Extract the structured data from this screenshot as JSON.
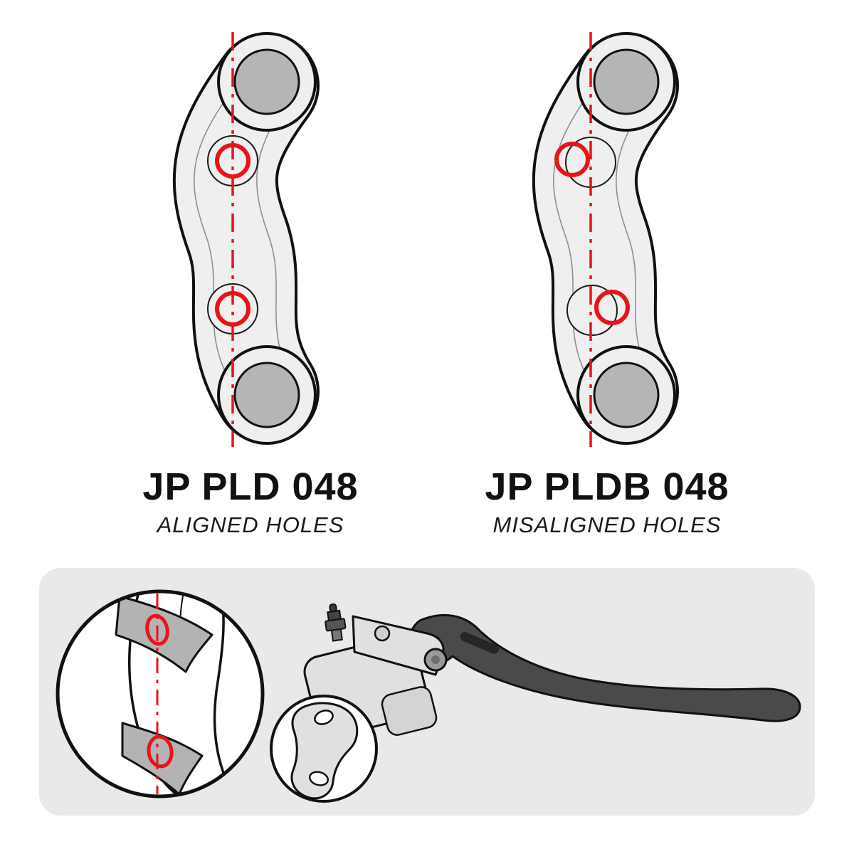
{
  "title_section": {
    "aligned": {
      "title": "JP PLD 048",
      "subtitle": "ALIGNED HOLES"
    },
    "misaligned": {
      "title": "JP PLDB 048",
      "subtitle": "MISALIGNED HOLES"
    }
  },
  "colors": {
    "accent_red": "#e8131b",
    "plate_fill": "#efefef",
    "plate_outline": "#111111",
    "boss_inner_fill": "#b5b5b5",
    "contour_gray": "#8f8f8f",
    "panel_background": "#e9e9e9",
    "lever_fill": "#4a4a4a",
    "metal_light": "#e0e0e0",
    "metal_mid": "#b3b3b3",
    "detail_background": "#ffffff"
  },
  "icons": [
    {
      "name": "centerline-dashdot-icon",
      "shape": "red dash-dot vertical line"
    },
    {
      "name": "alignment-hole-ring-icon",
      "shape": "red circle outline"
    },
    {
      "name": "detail-magnifier-circle-icon",
      "shape": "large circle callout"
    },
    {
      "name": "detail-callout-circle-icon",
      "shape": "small circle callout"
    }
  ]
}
